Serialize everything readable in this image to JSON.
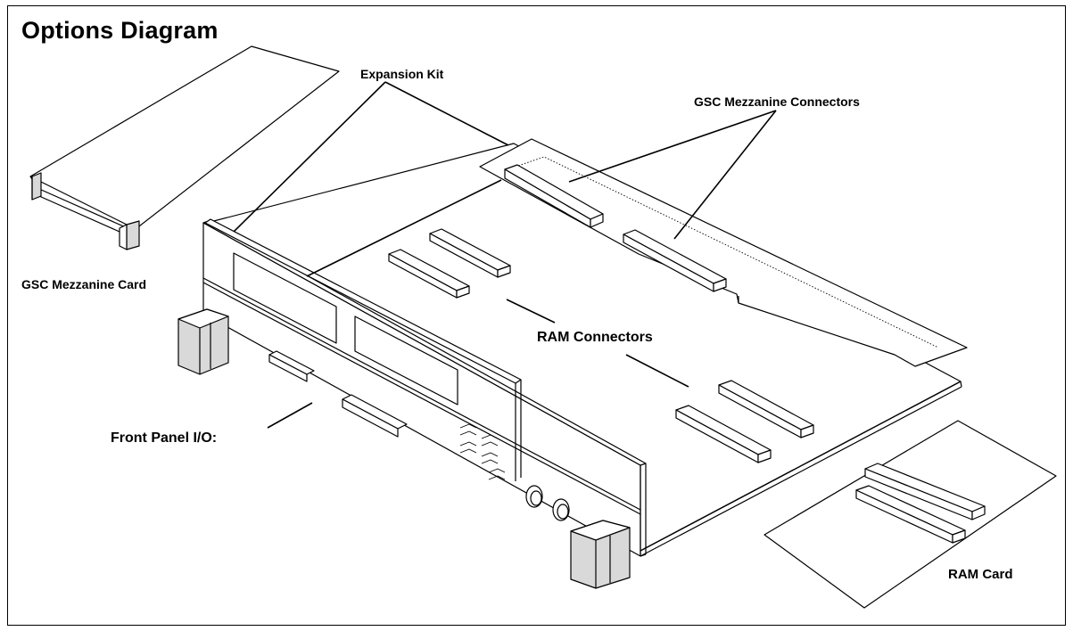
{
  "diagram": {
    "title": "Options Diagram",
    "labels": {
      "expansion_kit": "Expansion Kit",
      "gsc_mezzanine_connectors": "GSC Mezzanine Connectors",
      "gsc_mezzanine_card": "GSC Mezzanine Card",
      "ram_connectors": "RAM Connectors",
      "front_panel_io": "Front Panel I/O:",
      "ram_card": "RAM Card"
    },
    "colors": {
      "line": "#000000",
      "background": "#ffffff",
      "shade": "#d9d9d9"
    }
  }
}
